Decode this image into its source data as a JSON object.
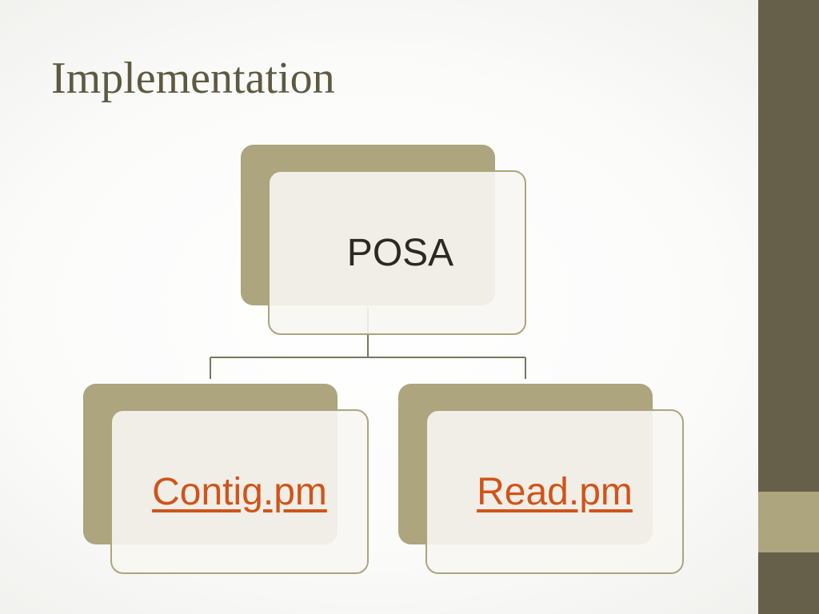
{
  "slide": {
    "title": "Implementation",
    "colors": {
      "title": "#5e5a41",
      "sidebar": "#66604a",
      "accent": "#aca57d",
      "link": "#d0541a"
    }
  },
  "diagram": {
    "type": "hierarchy",
    "root": {
      "label": "POSA"
    },
    "children": [
      {
        "label": "Contig.pm",
        "is_link": true
      },
      {
        "label": "Read.pm",
        "is_link": true
      }
    ]
  }
}
